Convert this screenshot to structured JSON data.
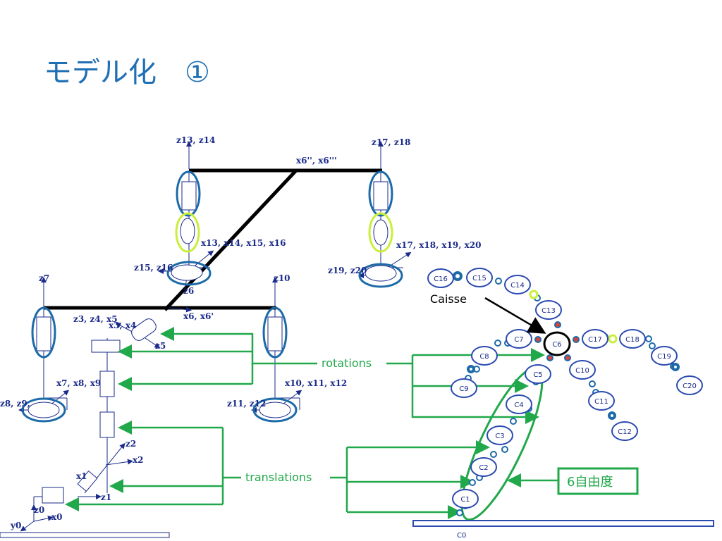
{
  "title": "モデル化　①",
  "colors": {
    "title": "#1f6fb5",
    "green": "#21a84a",
    "navy": "#1a2a8a",
    "ring": "#1c6aa8",
    "lime": "#c9ef3a"
  },
  "robot_labels": {
    "z13z14": "z13, z14",
    "z17z18": "z17, z18",
    "x6pp": "x6'', x6'''",
    "x13": "x13, x14, x15, x16",
    "x17": "x17, x18, x19, x20",
    "z15z16": "z15,  z16",
    "z19z20": "z19, z20",
    "z6": "z6",
    "z7": "z7",
    "z10": "z10",
    "z3": "z3, z4, x5",
    "x3x4": "x3, x4",
    "x6x6p": "x6, x6'",
    "z5": "z5",
    "x7": "x7, x8, x9",
    "x10": "x10, x11, x12",
    "z8z9": "z8, z9,",
    "z11z12": "z11, z12",
    "z2": "z2",
    "x2": "x2",
    "x1": "x1",
    "z1": "z1",
    "z0": "z0",
    "x0": "x0",
    "y0": "y0"
  },
  "annotations": {
    "rotations": "rotations",
    "translations": "translations",
    "dof": "6自由度",
    "caisse": "Caisse"
  },
  "nodes": [
    "C16",
    "C15",
    "C14",
    "C13",
    "C7",
    "C6",
    "C17",
    "C18",
    "C19",
    "C20",
    "C8",
    "C5",
    "C10",
    "C9",
    "C4",
    "C11",
    "C3",
    "C12",
    "C2",
    "C1",
    "C0"
  ]
}
